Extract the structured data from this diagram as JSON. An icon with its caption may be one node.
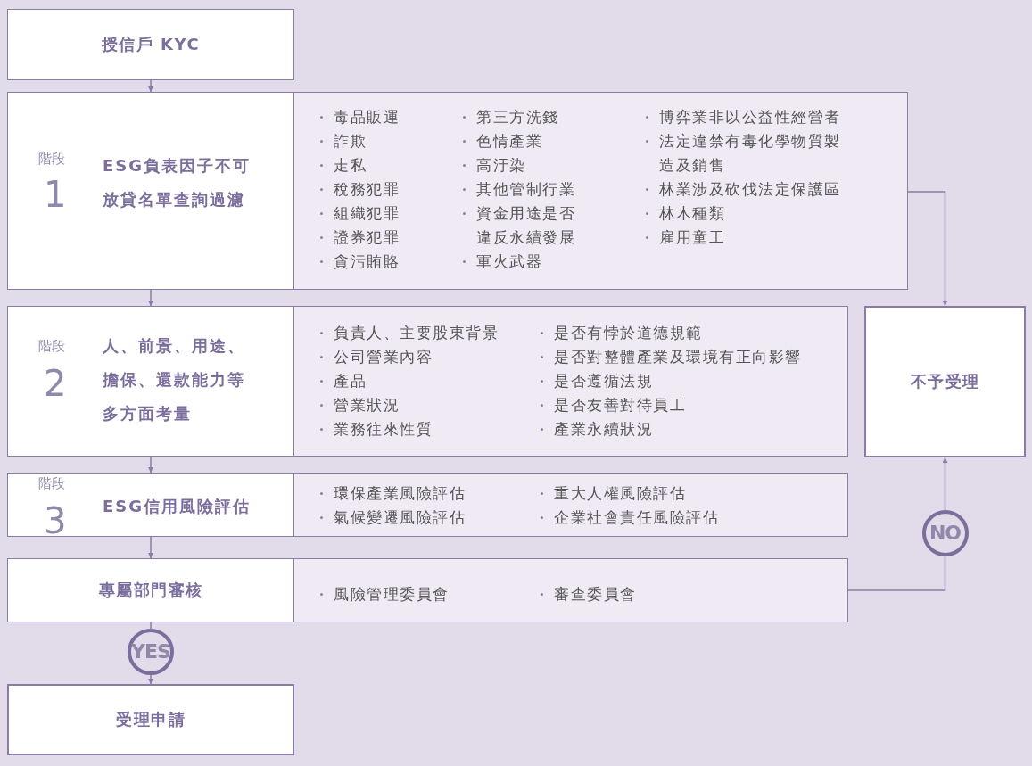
{
  "diagram": {
    "nodes": [
      {
        "text": [
          "授信戶 KYC"
        ]
      },
      {
        "text": [
          "階段",
          "1",
          "ESG負表因子不可放貸名單查詢過濾"
        ]
      },
      {
        "text": [
          "毒品販運",
          "詐欺",
          "走私",
          "稅務犯罪",
          "組織犯罪",
          "證券犯罪",
          "貪污賄賂",
          "第三方洗錢",
          "色情產業",
          "高汙染",
          "其他管制行業",
          "資金用途是否違反永續發展",
          "軍火武器",
          "博弈業非以公益性經營者",
          "法定違禁有毒化學物質製造及銷售",
          "林業涉及砍伐法定保護區",
          "林木種類",
          "雇用童工"
        ]
      },
      {
        "text": [
          "階段",
          "2",
          "人、前景、用途、擔保、還款能力等多方面考量"
        ]
      },
      {
        "text": [
          "負責人、主要股東背景",
          "公司營業內容",
          "產品",
          "營業狀況",
          "業務往來性質",
          "是否有悖於道德規範",
          "是否對整體產業及環境有正向影響",
          "是否遵循法規",
          "是否友善對待員工",
          "產業永續狀況"
        ]
      },
      {
        "text": [
          "不予受理"
        ]
      },
      {
        "text": [
          "階段",
          "3",
          "ESG信用風險評估"
        ]
      },
      {
        "text": [
          "環保產業風險評估",
          "氣候變遷風險評估",
          "重大人權風險評估",
          "企業社會責任風險評估"
        ]
      },
      {
        "text": [
          "專屬部門審核"
        ]
      },
      {
        "text": [
          "風險管理委員會",
          "審查委員會"
        ]
      },
      {
        "text": [
          "受理申請"
        ]
      }
    ],
    "edges": [
      {
        "from": 0,
        "to": 1,
        "arrow": "to"
      },
      {
        "from": 1,
        "to": 3,
        "arrow": "to"
      },
      {
        "from": 3,
        "to": 6,
        "arrow": "to"
      },
      {
        "from": 6,
        "to": 8,
        "arrow": "to"
      },
      {
        "from": 8,
        "to": 10,
        "arrow": "to",
        "label": "YES"
      },
      {
        "from": 2,
        "to": 5,
        "arrow": "to"
      },
      {
        "from": 9,
        "to": 5,
        "arrow": "to",
        "label": "NO"
      }
    ]
  }
}
